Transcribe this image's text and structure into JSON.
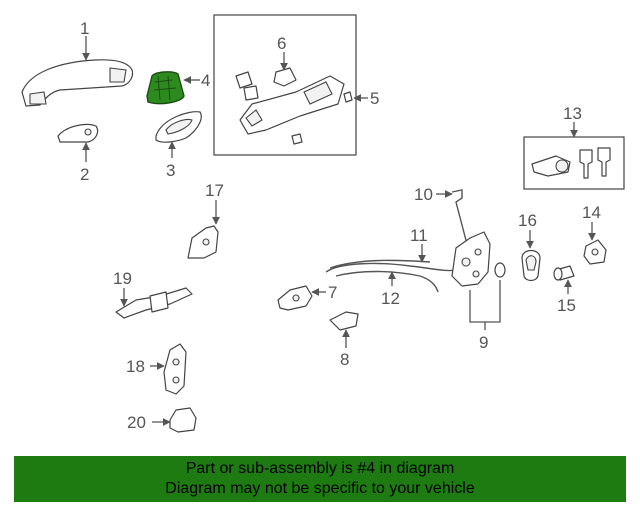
{
  "diagram": {
    "highlight_color": "#2d8a1e",
    "callouts": [
      "1",
      "2",
      "3",
      "4",
      "5",
      "6",
      "7",
      "8",
      "9",
      "10",
      "11",
      "12",
      "13",
      "14",
      "15",
      "16",
      "17",
      "18",
      "19",
      "20"
    ],
    "highlighted_part": "4"
  },
  "banner": {
    "line1": "Part or sub-assembly is #4 in diagram",
    "line2": "Diagram may not be specific to your vehicle",
    "background": "#1e7b12"
  }
}
